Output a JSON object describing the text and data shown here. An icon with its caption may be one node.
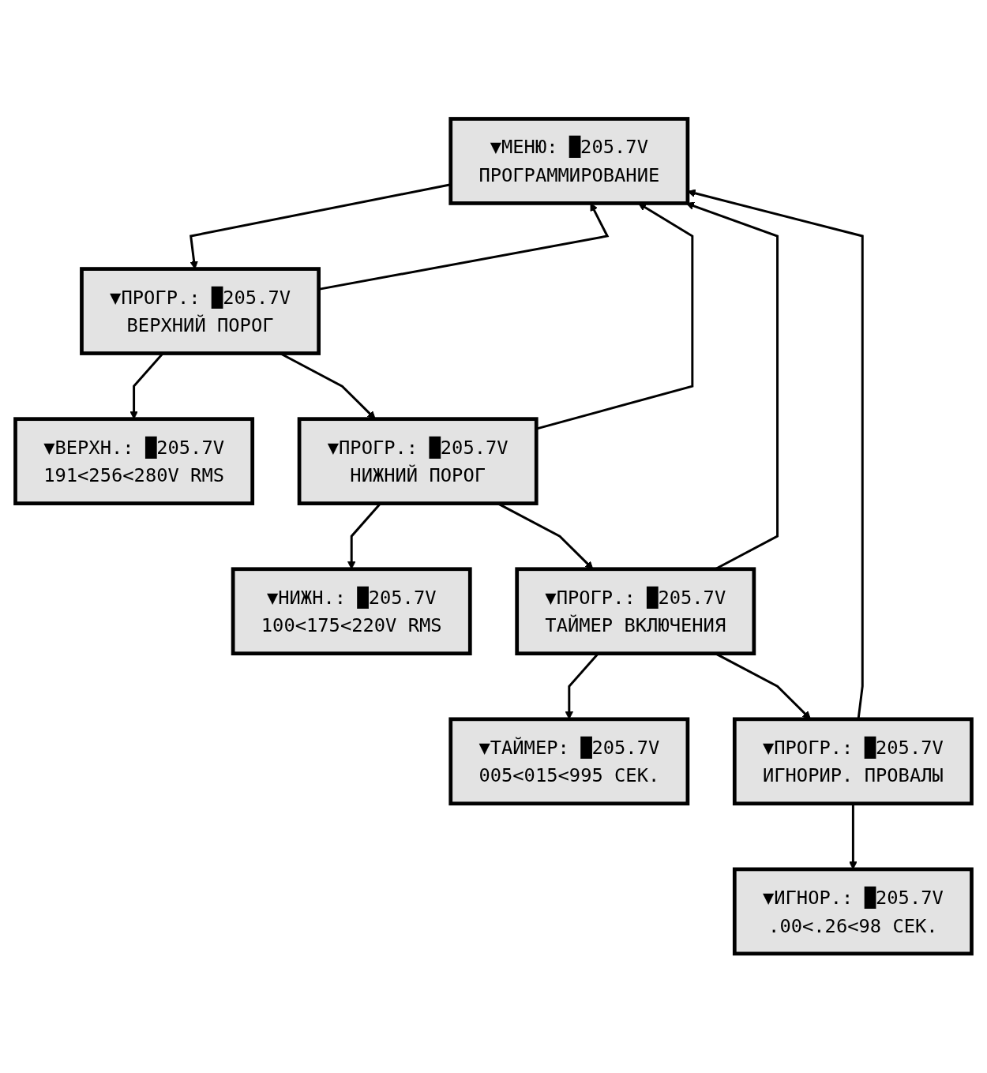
{
  "diagram": {
    "nodes": [
      {
        "text": [
          "▼МЕНЮ: █205.7V",
          "ПРОГРАММИРОВАНИЕ"
        ]
      },
      {
        "text": [
          "▼ПРОГР.: █205.7V",
          "ВЕРХНИЙ ПОРОГ"
        ]
      },
      {
        "text": [
          "▼ВЕРХН.: █205.7V",
          "191<256<280V RMS"
        ]
      },
      {
        "text": [
          "▼ПРОГР.: █205.7V",
          "НИЖНИЙ ПОРОГ"
        ]
      },
      {
        "text": [
          "▼НИЖН.: █205.7V",
          "100<175<220V RMS"
        ]
      },
      {
        "text": [
          "▼ПРОГР.: █205.7V",
          "ТАЙМЕР ВКЛЮЧЕНИЯ"
        ]
      },
      {
        "text": [
          "▼ТАЙМЕР: █205.7V",
          "005<015<995 СЕК."
        ]
      },
      {
        "text": [
          "▼ПРОГР.: █205.7V",
          "ИГНОРИР. ПРОВАЛЫ"
        ]
      },
      {
        "text": [
          "▼ИГНОР.: █205.7V",
          ".00<.26<98 СЕК."
        ]
      }
    ],
    "edges": [
      {
        "from": 0,
        "to": 1,
        "arrow": "to"
      },
      {
        "from": 1,
        "to": 2,
        "arrow": "to"
      },
      {
        "from": 1,
        "to": 3,
        "arrow": "to"
      },
      {
        "from": 3,
        "to": 4,
        "arrow": "to"
      },
      {
        "from": 3,
        "to": 5,
        "arrow": "to"
      },
      {
        "from": 5,
        "to": 6,
        "arrow": "to"
      },
      {
        "from": 5,
        "to": 7,
        "arrow": "to"
      },
      {
        "from": 7,
        "to": 8,
        "arrow": "to"
      },
      {
        "from": 1,
        "to": 0,
        "arrow": "to"
      },
      {
        "from": 3,
        "to": 0,
        "arrow": "to"
      },
      {
        "from": 5,
        "to": 0,
        "arrow": "to"
      },
      {
        "from": 7,
        "to": 0,
        "arrow": "to"
      }
    ]
  }
}
